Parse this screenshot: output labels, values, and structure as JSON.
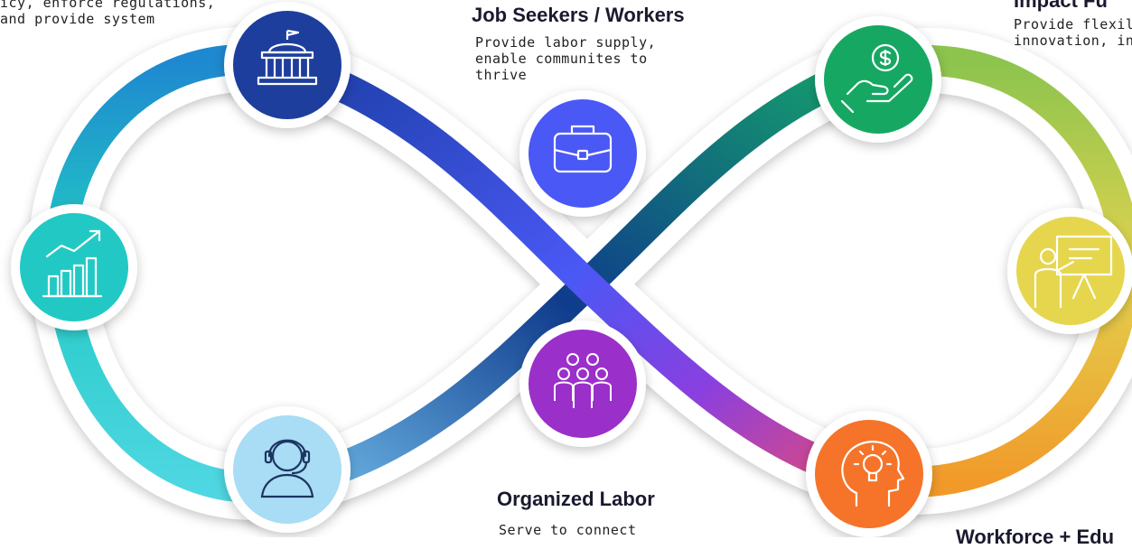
{
  "labels": {
    "government_desc_line1": "icy, enforce regulations,",
    "government_desc_line2": "and provide system",
    "jobseekers_title": "Job Seekers / Workers",
    "jobseekers_desc_line1": "Provide labor supply,",
    "jobseekers_desc_line2": "enable communites to",
    "jobseekers_desc_line3": "thrive",
    "impact_title": "Impact Fu",
    "impact_desc_line1": "Provide flexil",
    "impact_desc_line2": "innovation, in",
    "organized_title": "Organized Labor",
    "organized_desc_line1": "Serve to connect",
    "workforce_title": "Workforce + Edu"
  },
  "nodes": [
    {
      "id": "government",
      "icon": "capitol-building-icon",
      "color": "#1d3e9c"
    },
    {
      "id": "economic-growth",
      "icon": "growth-chart-icon",
      "color": "#22c9c4"
    },
    {
      "id": "support",
      "icon": "headset-person-icon",
      "color": "#a9dcf5"
    },
    {
      "id": "job-seekers",
      "icon": "briefcase-icon",
      "color": "#4a58f5"
    },
    {
      "id": "organized-labor",
      "icon": "group-of-people-icon",
      "color": "#9b2fc9"
    },
    {
      "id": "impact-funders",
      "icon": "money-hand-icon",
      "color": "#16a862"
    },
    {
      "id": "training",
      "icon": "presenter-board-icon",
      "color": "#e6d64e"
    },
    {
      "id": "education",
      "icon": "head-lightbulb-icon",
      "color": "#f5742a"
    }
  ]
}
